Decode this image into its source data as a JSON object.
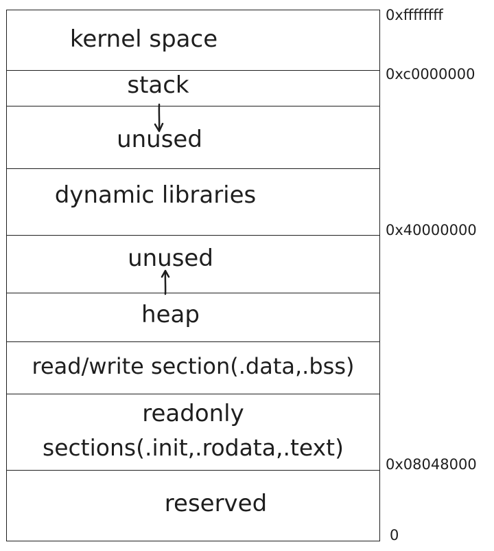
{
  "segments": [
    {
      "id": "kernel-space",
      "label": "kernel space"
    },
    {
      "id": "stack",
      "label": "stack"
    },
    {
      "id": "unused-upper",
      "label": "unused"
    },
    {
      "id": "dynamic-libraries",
      "label": "dynamic libraries"
    },
    {
      "id": "unused-lower",
      "label": "unused"
    },
    {
      "id": "heap",
      "label": "heap"
    },
    {
      "id": "read-write-section",
      "label": "read/write section(.data,.bss)"
    },
    {
      "id": "readonly-sections",
      "label_line1": "readonly",
      "label_line2": "sections(.init,.rodata,.text)"
    },
    {
      "id": "reserved",
      "label": "reserved"
    }
  ],
  "addresses": [
    {
      "id": "top",
      "text": "0xffffffff"
    },
    {
      "id": "kernel-base",
      "text": "0xc0000000"
    },
    {
      "id": "mmap-base",
      "text": "0x40000000"
    },
    {
      "id": "text-base",
      "text": "0x08048000"
    },
    {
      "id": "zero",
      "text": "0"
    }
  ],
  "arrows": [
    {
      "id": "stack-growth",
      "direction": "down"
    },
    {
      "id": "heap-growth",
      "direction": "up"
    }
  ],
  "colors": {
    "stroke": "#1e1e1e",
    "background": "#ffffff"
  }
}
